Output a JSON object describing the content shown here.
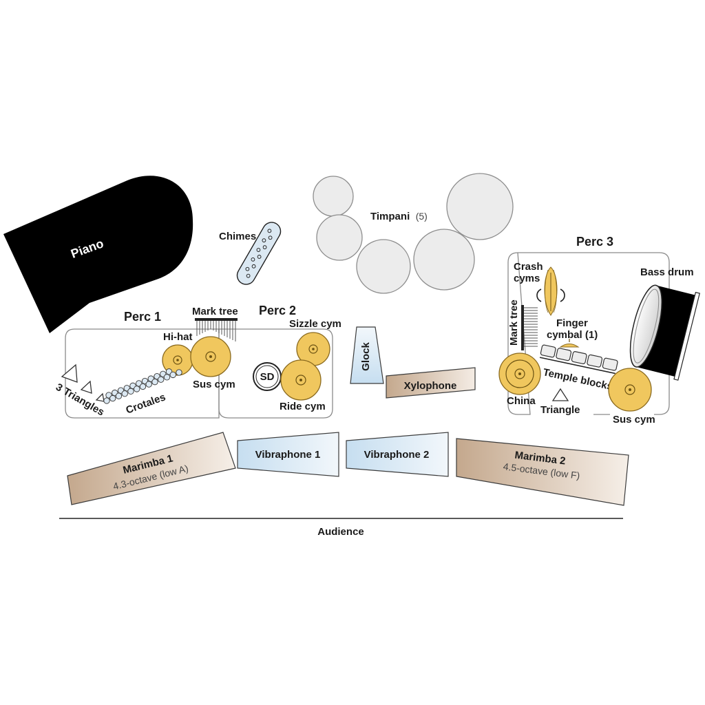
{
  "labels": {
    "piano": "Piano",
    "chimes": "Chimes",
    "timpani": "Timpani",
    "timpani_count": "(5)",
    "perc1": "Perc 1",
    "perc2": "Perc 2",
    "perc3": "Perc 3",
    "mark_tree_left": "Mark tree",
    "mark_tree_right": "Mark tree",
    "hihat": "Hi-hat",
    "sus_cym_left": "Sus cym",
    "sus_cym_right": "Sus cym",
    "three_triangles": "3 Triangles",
    "crotales": "Crotales",
    "sizzle_cym": "Sizzle cym",
    "sd": "SD",
    "ride_cym": "Ride cym",
    "glock": "Glock",
    "xylophone": "Xylophone",
    "crash_cyms": "Crash\ncyms",
    "bass_drum": "Bass drum",
    "finger_cymbal": "Finger\ncymbal (1)",
    "temple_blocks": "Temple blocks",
    "china": "China",
    "triangle": "Triangle",
    "marimba1": "Marimba 1",
    "marimba1_range": "4.3-octave (low A)",
    "vibraphone1": "Vibraphone 1",
    "vibraphone2": "Vibraphone 2",
    "marimba2": "Marimba 2",
    "marimba2_range": "4.5-octave (low F)",
    "audience": "Audience"
  },
  "colors": {
    "piano": "#000000",
    "cymbal": "#f0c75e",
    "timpani": "#ececec",
    "marimba": "#c4a88d",
    "vibraphone": "#cfe4f1",
    "glock": "#cfe4f1",
    "xylophone": "#c4a88d"
  }
}
